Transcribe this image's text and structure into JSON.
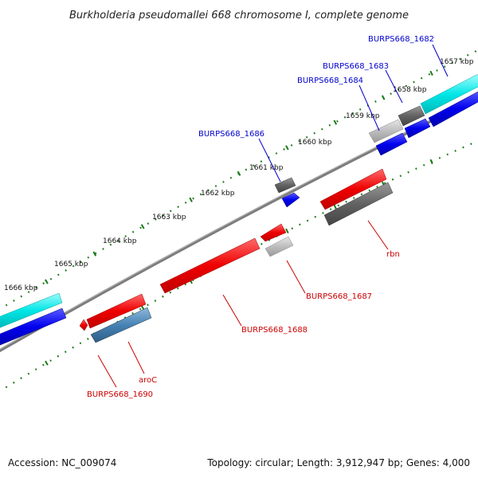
{
  "title": "Burkholderia pseudomallei 668 chromosome I, complete genome",
  "footer": {
    "accession": "Accession: NC_009074",
    "summary": "Topology: circular; Length: 3,912,947 bp; Genes: 4,000"
  },
  "ticks": [
    {
      "label": "1657 kbp"
    },
    {
      "label": "1658 kbp"
    },
    {
      "label": "1659 kbp"
    },
    {
      "label": "1660 kbp"
    },
    {
      "label": "1661 kbp"
    },
    {
      "label": "1662 kbp"
    },
    {
      "label": "1663 kbp"
    },
    {
      "label": "1664 kbp"
    },
    {
      "label": "1665 kbp"
    },
    {
      "label": "1666 kbp"
    }
  ],
  "gene_labels": {
    "forward": [
      "BURPS668_1682",
      "BURPS668_1683",
      "BURPS668_1684",
      "BURPS668_1686"
    ],
    "reverse": [
      "rbn",
      "BURPS668_1687",
      "BURPS668_1688",
      "aroC",
      "BURPS668_1690"
    ]
  },
  "colors": {
    "forward_label": "#0000cc",
    "reverse_label": "#cc0000",
    "cds_red": "#ee0000",
    "cds_blue": "#0000ee",
    "cds_cyan": "#00e0e0",
    "gene_gray": "#606060",
    "gene_lightgray": "#bcbcbc",
    "steelblue": "#4682b4",
    "backbone": "#808080",
    "tick_green": "#1a7a1a"
  }
}
